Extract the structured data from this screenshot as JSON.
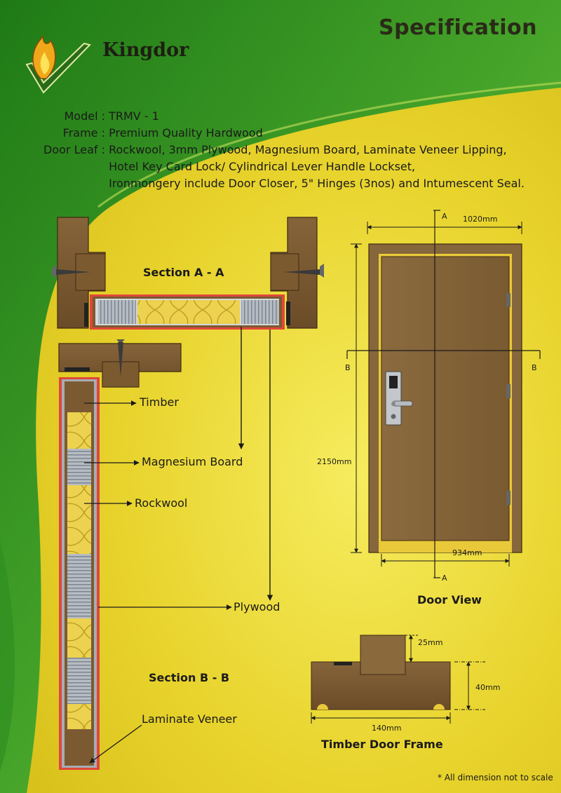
{
  "header": {
    "title": "Specification",
    "brand": "Kingdor"
  },
  "spec": {
    "model_key": "Model :",
    "model_val": "TRMV - 1",
    "frame_key": "Frame :",
    "frame_val": "Premium Quality Hardwood",
    "leaf_key": "Door Leaf :",
    "leaf_line1": "Rockwool, 3mm Plywood, Magnesium Board, Laminate Veneer Lipping,",
    "leaf_line2": "Hotel Key Card Lock/ Cylindrical Lever Handle Lockset,",
    "leaf_line3": "Ironmongery include Door Closer, 5\" Hinges (3nos) and Intumescent Seal."
  },
  "sections": {
    "aa": "Section A - A",
    "bb": "Section B - B"
  },
  "labels": {
    "timber": "Timber",
    "magnesium": "Magnesium Board",
    "rockwool": "Rockwool",
    "plywood": "Plywood",
    "laminate": "Laminate Veneer"
  },
  "door_view": {
    "title": "Door View",
    "width": "1020mm",
    "height": "2150mm",
    "leaf_width": "934mm",
    "marker_a": "A",
    "marker_b": "B"
  },
  "frame": {
    "title": "Timber Door Frame",
    "rebate": "25mm",
    "depth": "40mm",
    "width": "140mm"
  },
  "note": "* All dimension not to scale",
  "colors": {
    "green": "#2e8a1c",
    "yellow": "#f2e23a",
    "wood": "#7b5a32",
    "wood_dark": "#4a3318",
    "rockwool": "#e9d24a",
    "magnesium": "#9aa3ad",
    "edge_red": "#c8402a"
  }
}
